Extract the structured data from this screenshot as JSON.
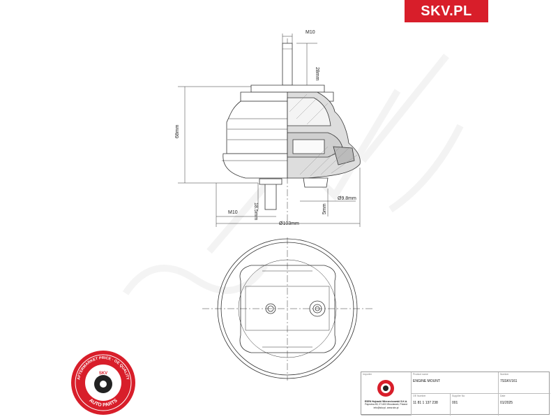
{
  "brand": {
    "name": "SKV.PL",
    "color": "#d81e2a"
  },
  "dimensions": {
    "thread_top": "M10",
    "stud_top_length": "28mm",
    "height": "68mm",
    "bottom_stud_length": "18.5mm",
    "thread_bottom": "M10",
    "diameter": "Ø103mm",
    "hole_diameter": "Ø9.8mm",
    "offset": "5mm"
  },
  "seal": {
    "text_top": "AFTERMARKET PRICE · OE QUALITY",
    "text_center": "SKV",
    "text_bottom": "AUTO PARTS",
    "color": "#d81e2a"
  },
  "title_block": {
    "importer_label": "Importer",
    "product_label": "Product name",
    "product_name": "ENGINE MOUNT",
    "number_label": "Number",
    "part_number": "7SSKV161",
    "oe_label": "OE Number",
    "oe_number": "11 81 1 137 238",
    "sup_label": "Supplier No",
    "sup_number": "001",
    "date_label": "Date",
    "date": "01/2025",
    "company_line1": "ESEN Hojnacki Wierzecicowski S.K.A.",
    "company_line2": "Paprotna 83, 07-603 Wroclawek, Poland",
    "company_line3": "info@skv.pl, www.skv.pl"
  }
}
